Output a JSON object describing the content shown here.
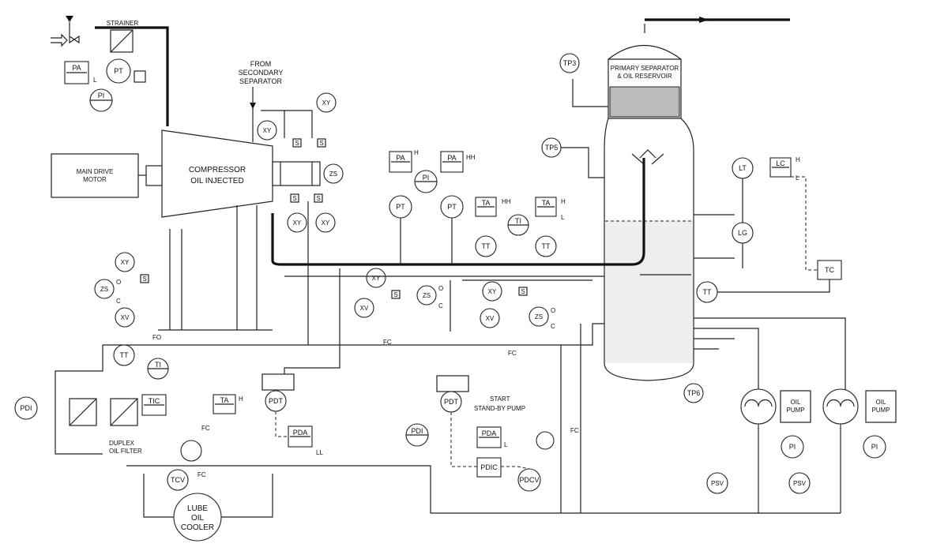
{
  "equipment": {
    "strainer": "STRAINER",
    "from_secondary": [
      "FROM",
      "SECONDARY",
      "SEPARATOR"
    ],
    "compressor": [
      "COMPRESSOR",
      "OIL INJECTED"
    ],
    "motor": [
      "MAIN DRIVE",
      "MOTOR"
    ],
    "separator": [
      "PRIMARY SEPARATOR",
      "& OIL RESERVOIR"
    ],
    "oil_pump": [
      "OIL",
      "PUMP"
    ],
    "duplex_filter": [
      "DUPLEX",
      "OIL FILTER"
    ],
    "cooler": [
      "LUBE",
      "OIL",
      "COOLER"
    ],
    "start_standby": [
      "START",
      "STAND-BY PUMP"
    ]
  },
  "instruments": {
    "PA": "PA",
    "PT": "PT",
    "PI": "PI",
    "XY": "XY",
    "ZS": "ZS",
    "XV": "XV",
    "TA": "TA",
    "TT": "TT",
    "TI": "TI",
    "LT": "LT",
    "LC": "LC",
    "LG": "LG",
    "TC": "TC",
    "PDT": "PDT",
    "PDA": "PDA",
    "PDI": "PDI",
    "PDIC": "PDIC",
    "PDCV": "PDCV",
    "TIC": "TIC",
    "TCV": "TCV",
    "PSV": "PSV",
    "S": "S"
  },
  "test_points": {
    "tp3": "TP3",
    "tp5": "TP5",
    "tp6": "TP6"
  },
  "alarm_levels": {
    "H": "H",
    "HH": "HH",
    "L": "L",
    "LL": "LL"
  },
  "valve_states": {
    "FO": "FO",
    "FC": "FC",
    "O": "O",
    "C": "C"
  }
}
